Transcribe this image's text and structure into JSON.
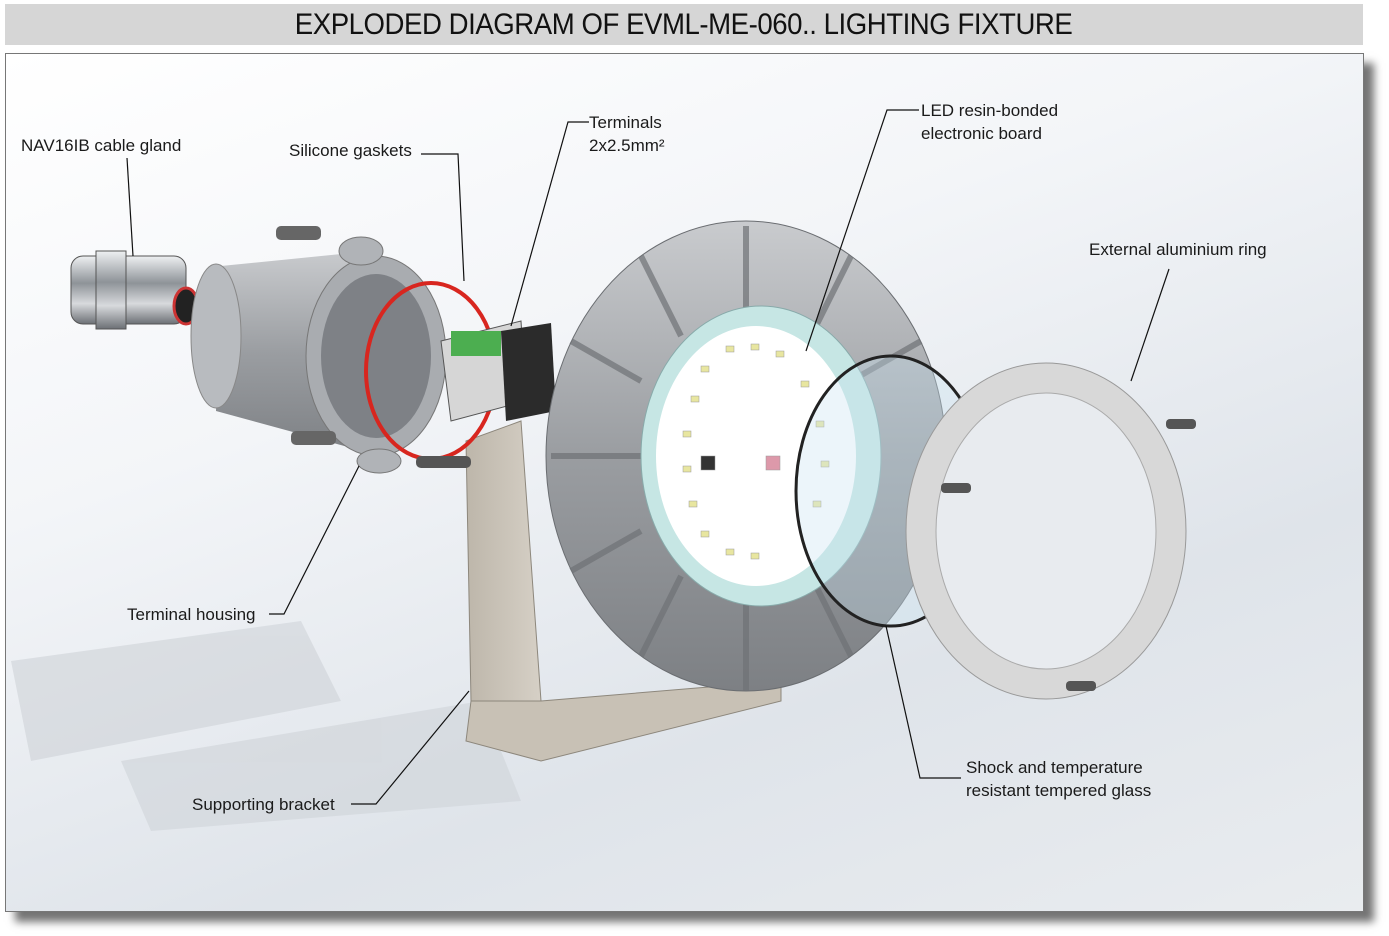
{
  "title": "EXPLODED DIAGRAM OF EVML-ME-060.. LIGHTING FIXTURE",
  "labels": {
    "cable_gland": "NAV16IB cable gland",
    "gaskets": "Silicone gaskets",
    "terminals_1": "Terminals",
    "terminals_2": "2x2.5mm²",
    "led_board_1": "LED resin-bonded",
    "led_board_2": "electronic board",
    "ring": "External aluminium ring",
    "terminal_housing": "Terminal housing",
    "bracket": "Supporting bracket",
    "glass_1": "Shock and temperature",
    "glass_2": "resistant tempered glass"
  }
}
